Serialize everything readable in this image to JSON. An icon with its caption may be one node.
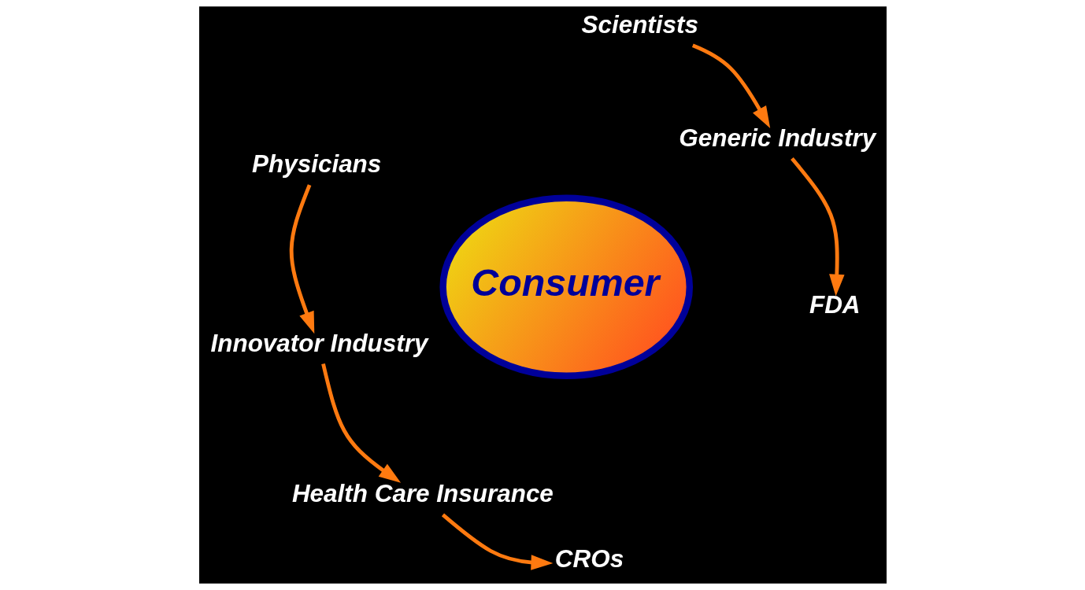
{
  "diagram": {
    "nodes": [
      {
        "text": [
          "Physicians"
        ]
      },
      {
        "text": [
          "FDA"
        ]
      },
      {
        "text": [
          "Generic Industry"
        ]
      },
      {
        "text": [
          "Innovator Industry"
        ]
      },
      {
        "text": [
          "Consumer"
        ]
      },
      {
        "text": [
          "Scientists"
        ]
      },
      {
        "text": [
          "Health Care Insurance"
        ]
      },
      {
        "text": [
          "CROs"
        ]
      }
    ],
    "edges": [
      {
        "from": 0,
        "to": 3,
        "arrow": "to"
      },
      {
        "from": 3,
        "to": 6,
        "arrow": "to"
      },
      {
        "from": 6,
        "to": 7,
        "arrow": "to"
      },
      {
        "from": 5,
        "to": 2,
        "arrow": "to"
      },
      {
        "from": 2,
        "to": 1,
        "arrow": "to"
      }
    ]
  }
}
